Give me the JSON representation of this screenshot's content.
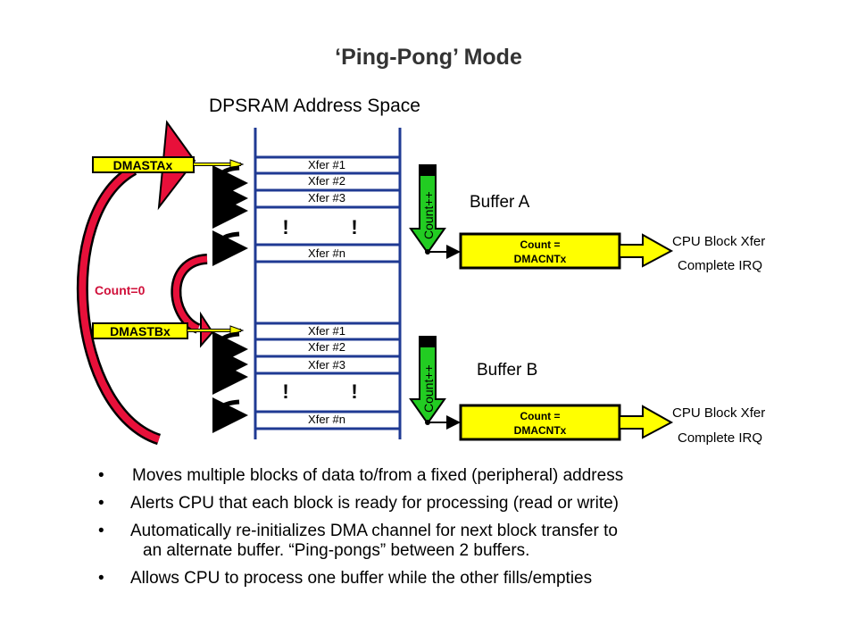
{
  "slide": {
    "title": "‘Ping-Pong’ Mode",
    "address_space_title": "DPSRAM Address Space"
  },
  "diagram": {
    "pointer_a": "DMASTAx",
    "pointer_b": "DMASTBx",
    "count_zero": "Count=0",
    "buffer_a": {
      "label": "Buffer A",
      "rows": [
        "Xfer #1",
        "Xfer #2",
        "Xfer #3",
        "Xfer #n"
      ],
      "counter": "Count++",
      "count_box": [
        "Count =",
        "DMACNTx"
      ],
      "irq": [
        "CPU Block Xfer",
        "Complete IRQ"
      ]
    },
    "buffer_b": {
      "label": "Buffer B",
      "rows": [
        "Xfer #1",
        "Xfer #2",
        "Xfer #3",
        "Xfer #n"
      ],
      "counter": "Count++",
      "count_box": [
        "Count =",
        "DMACNTx"
      ],
      "irq": [
        "CPU Block Xfer",
        "Complete IRQ"
      ]
    },
    "colors": {
      "memory_lines": "#1f3a93",
      "yellow": "#ffff00",
      "red_arrow": "#e8103a",
      "green_arrow": "#22cc22",
      "count_zero_text": "#d0103a",
      "title": "#333333"
    }
  },
  "bullets": [
    {
      "bullet": "•",
      "text": "Moves multiple blocks of data to/from a fixed (peripheral) address"
    },
    {
      "bullet": "•",
      "text": "Alerts CPU that each block is ready for processing (read or write)"
    },
    {
      "bullet": "•",
      "text": "Automatically re-initializes DMA channel for next block transfer to",
      "continuation": "an alternate buffer. “Ping-pongs” between 2 buffers."
    },
    {
      "bullet": "•",
      "text": "Allows CPU to process one buffer while the other fills/empties"
    }
  ]
}
